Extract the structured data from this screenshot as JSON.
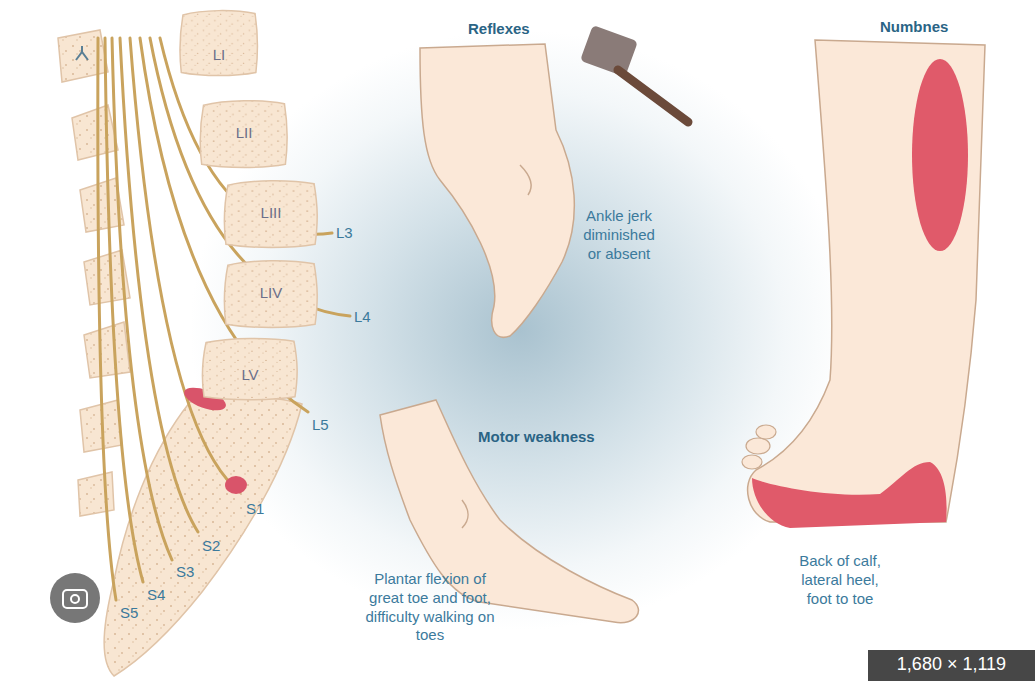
{
  "diagram": {
    "nodes": [
      {
        "text": [
          "LI"
        ]
      },
      {
        "text": [
          "LII"
        ]
      },
      {
        "text": [
          "LIII"
        ]
      },
      {
        "text": [
          "LIV"
        ]
      },
      {
        "text": [
          "LV"
        ]
      },
      {
        "text": [
          "1,680 × 1,119"
        ]
      }
    ],
    "labels": [
      "L3",
      "L4",
      "L5",
      "S1",
      "S2",
      "S3",
      "S4",
      "S5",
      "Reflexes",
      "Ankle jerk diminished or absent",
      "Motor weakness",
      "Plantar flexion of great toe and foot, difficulty walking on toes",
      "Numbnes",
      "Back of calf, lateral heel, foot to toe"
    ]
  }
}
